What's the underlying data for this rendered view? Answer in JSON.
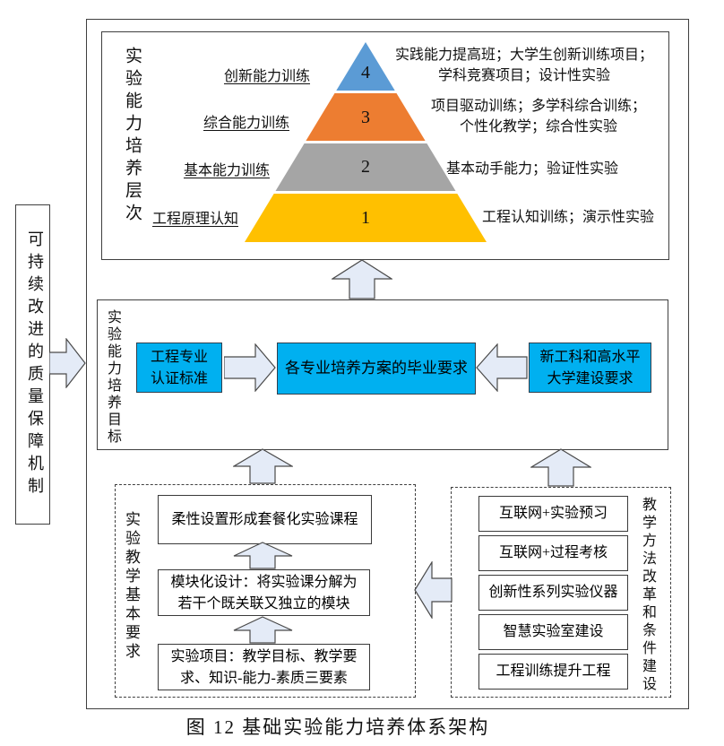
{
  "caption": "图 12 基础实验能力培养体系架构",
  "colors": {
    "box_blue": "#00B0F0",
    "arrow_fill": "#E4EBF7",
    "level4_blue": "#5B9BD5",
    "level3_orange": "#ED7D31",
    "level2_gray": "#A5A5A5",
    "level1_yellow": "#FFC000"
  },
  "quality_panel": {
    "label": "可持续改进的质量保障机制"
  },
  "levels_section": {
    "side_label": "实验能力培养层次",
    "levels": [
      {
        "num": "4",
        "name": "创新能力训练",
        "color": "#5B9BD5",
        "desc1": "实践能力提高班；大学生创新训练项目；",
        "desc2": "学科竞赛项目；设计性实验"
      },
      {
        "num": "3",
        "name": "综合能力训练",
        "color": "#ED7D31",
        "desc1": "项目驱动训练；多学科综合训练；",
        "desc2": "个性化教学；综合性实验"
      },
      {
        "num": "2",
        "name": "基本能力训练",
        "color": "#A5A5A5",
        "desc1": "基本动手能力；验证性实验"
      },
      {
        "num": "1",
        "name": "工程原理认知",
        "color": "#FFC000",
        "desc1": "工程认知训练；演示性实验"
      }
    ]
  },
  "goals_section": {
    "side_label": "实验能力培养目标",
    "cert_box": {
      "line1": "工程专业",
      "line2": "认证标准"
    },
    "grad_box": "各专业培养方案的毕业要求",
    "new_box": {
      "line1": "新工科和高水平",
      "line2": "大学建设要求"
    }
  },
  "requirements_section": {
    "side_label": "实验教学基本要求",
    "box1": "柔性设置形成套餐化实验课程",
    "box2": {
      "line1": "模块化设计：将实验课分解为",
      "line2": "若干个既关联又独立的模块"
    },
    "box3": {
      "line1": "实验项目：教学目标、教学要",
      "line2": "求、知识-能力-素质三要素"
    }
  },
  "methods_section": {
    "side_label": "教学方法改革和条件建设",
    "items": [
      "互联网+实验预习",
      "互联网+过程考核",
      "创新性系列实验仪器",
      "智慧实验室建设",
      "工程训练提升工程"
    ]
  }
}
